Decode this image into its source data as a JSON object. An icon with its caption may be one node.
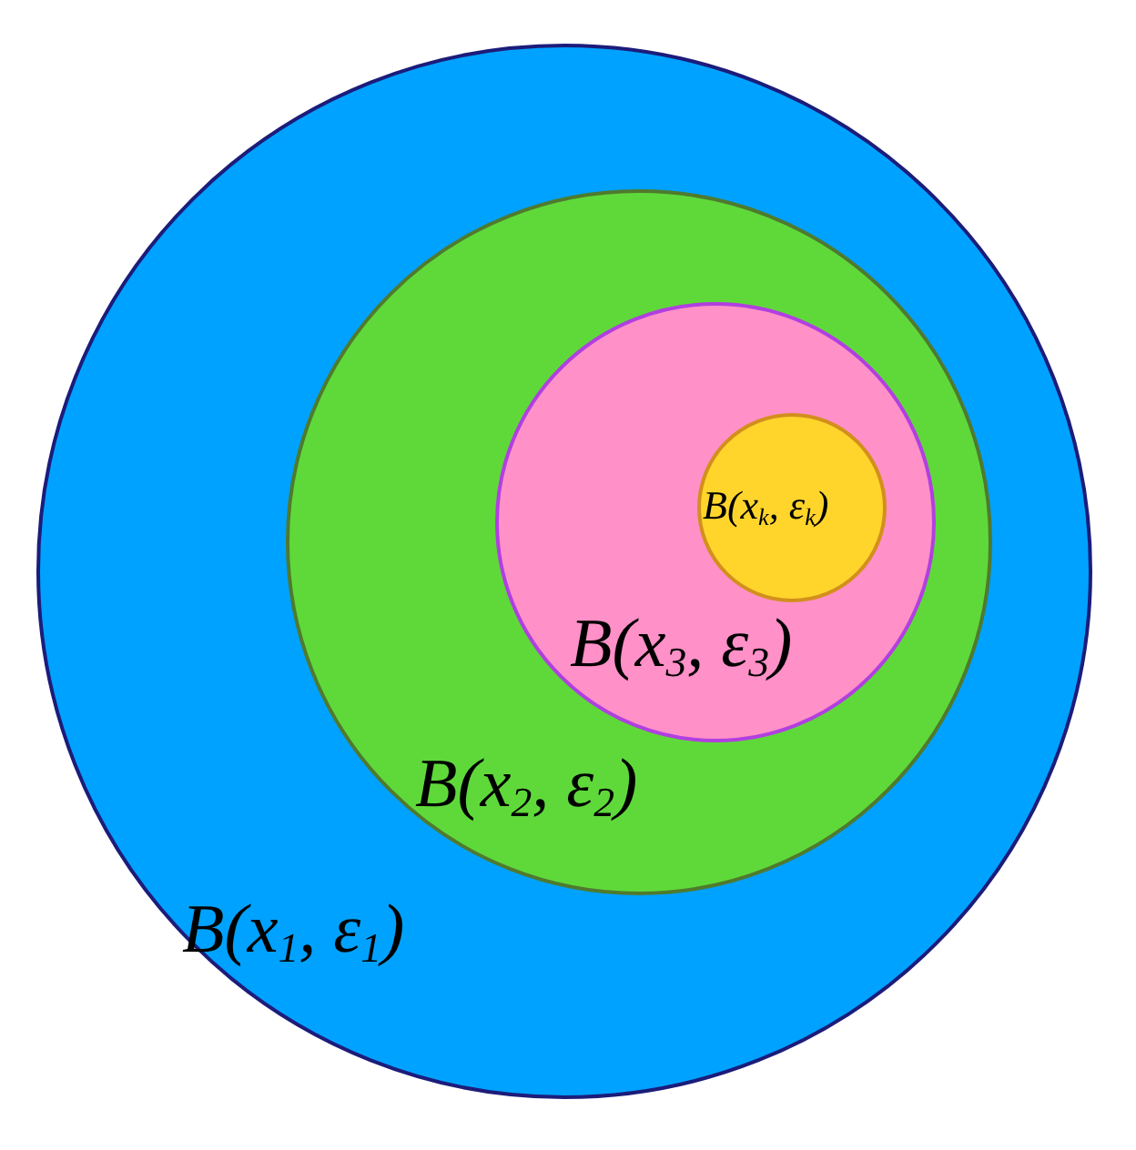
{
  "diagram": {
    "nodes": [
      {
        "text": [
          "B(x$_{1}$, ε$_{1}$)"
        ]
      },
      {
        "text": [
          "B(x$_{2}$, ε$_{2}$)"
        ],
        "in": 0
      },
      {
        "text": [
          "B(x$_{3}$, ε$_{3}$)"
        ],
        "in": 1
      },
      {
        "text": [
          "B(x$_{k}$, ε$_{k}$)"
        ],
        "in": 2
      }
    ]
  }
}
